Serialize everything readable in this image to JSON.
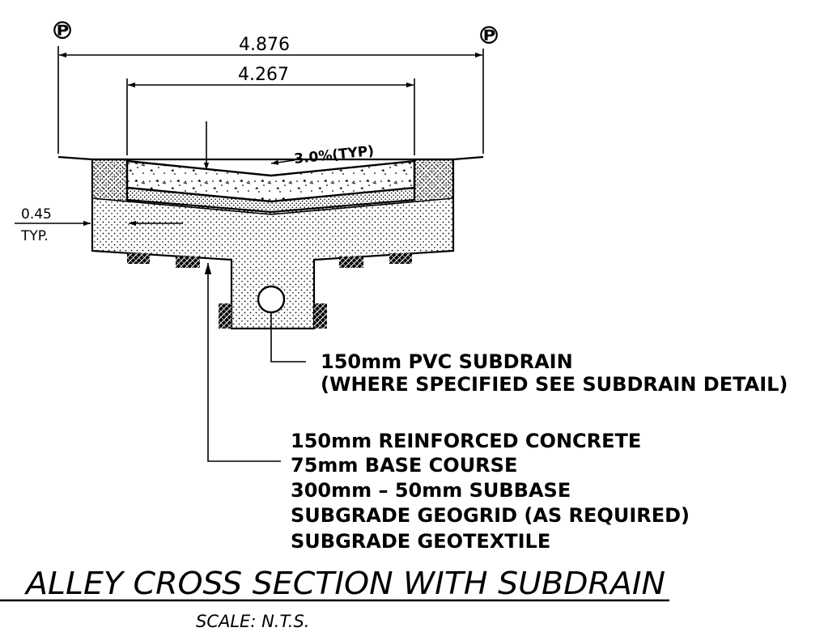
{
  "drawing": {
    "property_line_mark": "℗",
    "dim_overall": "4.876",
    "dim_pavement": "4.267",
    "slope": "3.0%(TYP)",
    "edge_offset_value": "0.45",
    "edge_offset_note": "TYP.",
    "subdrain_callout": [
      "150mm PVC SUBDRAIN",
      "(WHERE SPECIFIED SEE SUBDRAIN DETAIL)"
    ],
    "layer_callout": [
      "150mm REINFORCED CONCRETE",
      "75mm BASE COURSE",
      "300mm – 50mm SUBBASE",
      "SUBGRADE GEOGRID (AS REQUIRED)",
      "SUBGRADE GEOTEXTILE"
    ],
    "title": "ALLEY CROSS SECTION WITH SUBDRAIN",
    "scale": "SCALE: N.T.S."
  },
  "colors": {
    "line": "#000000",
    "background": "#ffffff"
  }
}
